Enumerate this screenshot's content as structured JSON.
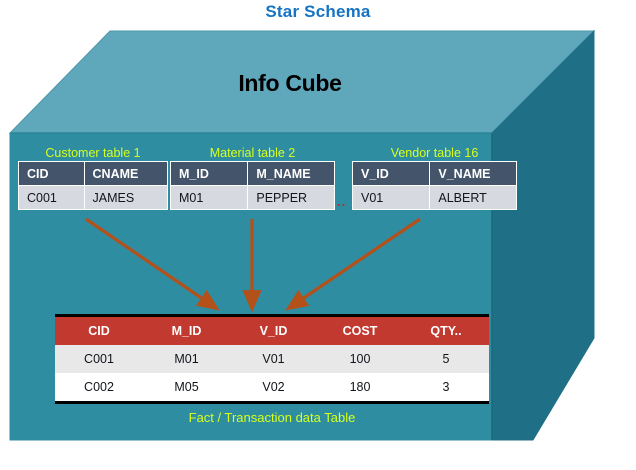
{
  "title": "Star Schema",
  "cube": {
    "label": "Info Cube",
    "front_color": "#2f8da2",
    "top_color": "#5fa8bc",
    "side_color": "#1f7086"
  },
  "colors": {
    "title": "#1673c4",
    "caption_yellow": "#d6ff1f",
    "dim_header": "#44546a",
    "dim_row": "#d6d9e0",
    "fact_header": "#c1392f",
    "arrow": "#b4501a"
  },
  "dimension_tables": [
    {
      "caption": "Customer table 1",
      "columns": [
        "CID",
        "CNAME"
      ],
      "rows": [
        [
          "C001",
          "JAMES"
        ]
      ]
    },
    {
      "caption": "Material table 2",
      "columns": [
        "M_ID",
        "M_NAME"
      ],
      "rows": [
        [
          "M01",
          "PEPPER"
        ]
      ]
    },
    {
      "caption": "Vendor  table 16",
      "columns": [
        "V_ID",
        "V_NAME"
      ],
      "rows": [
        [
          "V01",
          "ALBERT"
        ]
      ]
    }
  ],
  "ellipsis": [
    "..",
    ".."
  ],
  "fact_table": {
    "caption": "Fact / Transaction data Table",
    "columns": [
      "CID",
      "M_ID",
      "V_ID",
      "COST",
      "QTY.."
    ],
    "rows": [
      [
        "C001",
        "M01",
        "V01",
        "100",
        "5"
      ],
      [
        "C002",
        "M05",
        "V02",
        "180",
        "3"
      ]
    ]
  }
}
